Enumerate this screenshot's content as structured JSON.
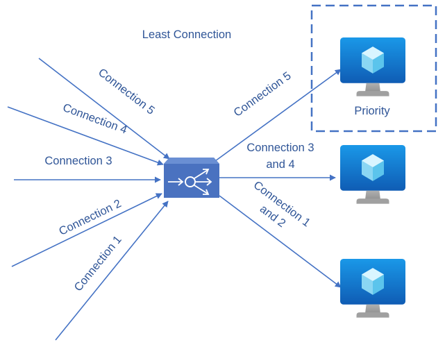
{
  "title": "Least Connection",
  "incoming": [
    {
      "label": "Connection 5"
    },
    {
      "label": "Connection 4"
    },
    {
      "label": "Connection 3"
    },
    {
      "label": "Connection 2"
    },
    {
      "label": "Connection 1"
    }
  ],
  "outgoing": [
    {
      "label_line1": "Connection 5",
      "label_line2": ""
    },
    {
      "label_line1": "Connection 3",
      "label_line2": "and 4"
    },
    {
      "label_line1": "Connection 1",
      "label_line2": "and 2"
    }
  ],
  "priority_label": "Priority",
  "servers": [
    {
      "icon": "virtual-machine-icon",
      "priority": true
    },
    {
      "icon": "virtual-machine-icon",
      "priority": false
    },
    {
      "icon": "virtual-machine-icon",
      "priority": false
    }
  ],
  "load_balancer": {
    "icon": "load-balancer-icon"
  },
  "colors": {
    "line": "#4472c4",
    "text": "#2f5597",
    "monitor_top": "#1490df",
    "monitor_bottom": "#0f5cb4",
    "stand": "#9a9a9a",
    "lb_fill": "#4a72c0"
  }
}
